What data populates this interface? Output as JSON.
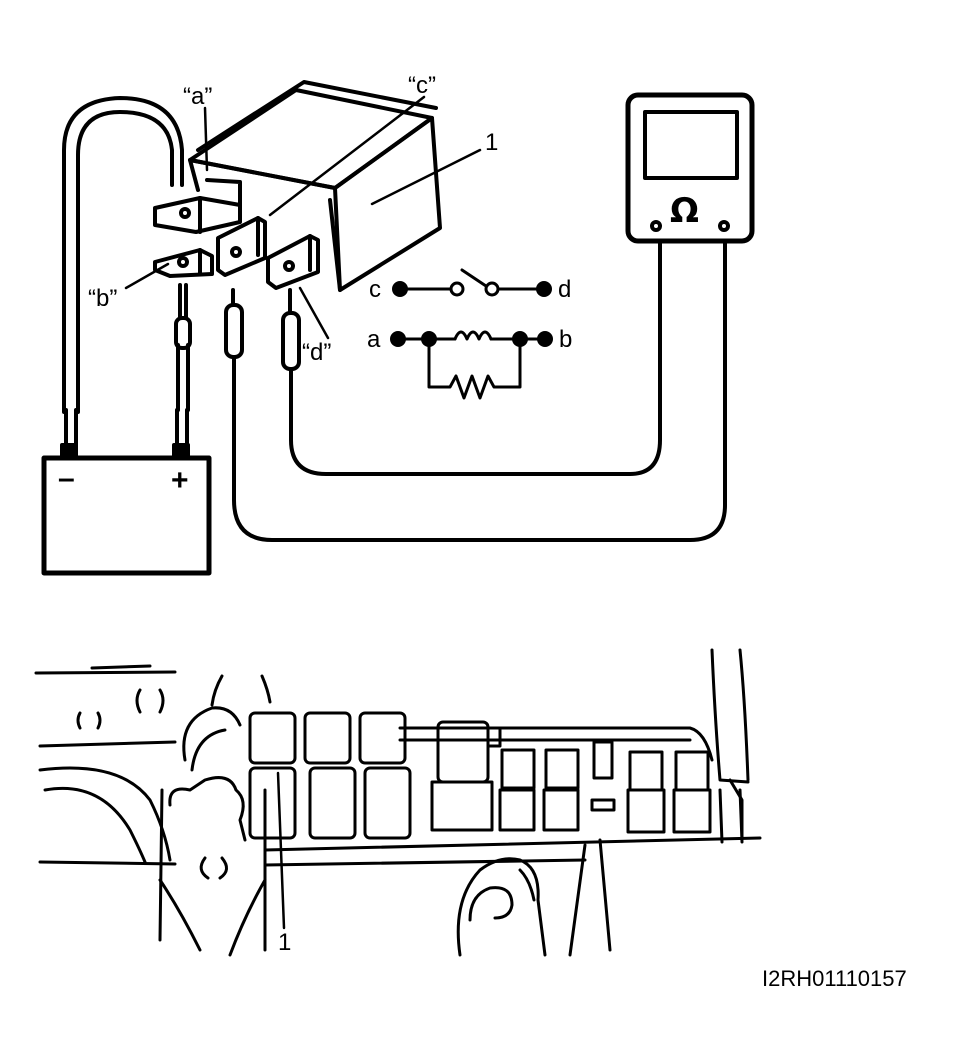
{
  "diagram": {
    "labels": {
      "a": "“a”",
      "b": "“b”",
      "c": "“c”",
      "d": "“d”",
      "part1_top": "1",
      "part1_bottom": "1"
    },
    "terminals": {
      "c": "c",
      "d": "d",
      "a": "a",
      "b": "b"
    },
    "meter_symbol": "Ω",
    "battery": {
      "minus": "–",
      "plus": "+"
    },
    "image_code": "I2RH01110157"
  }
}
